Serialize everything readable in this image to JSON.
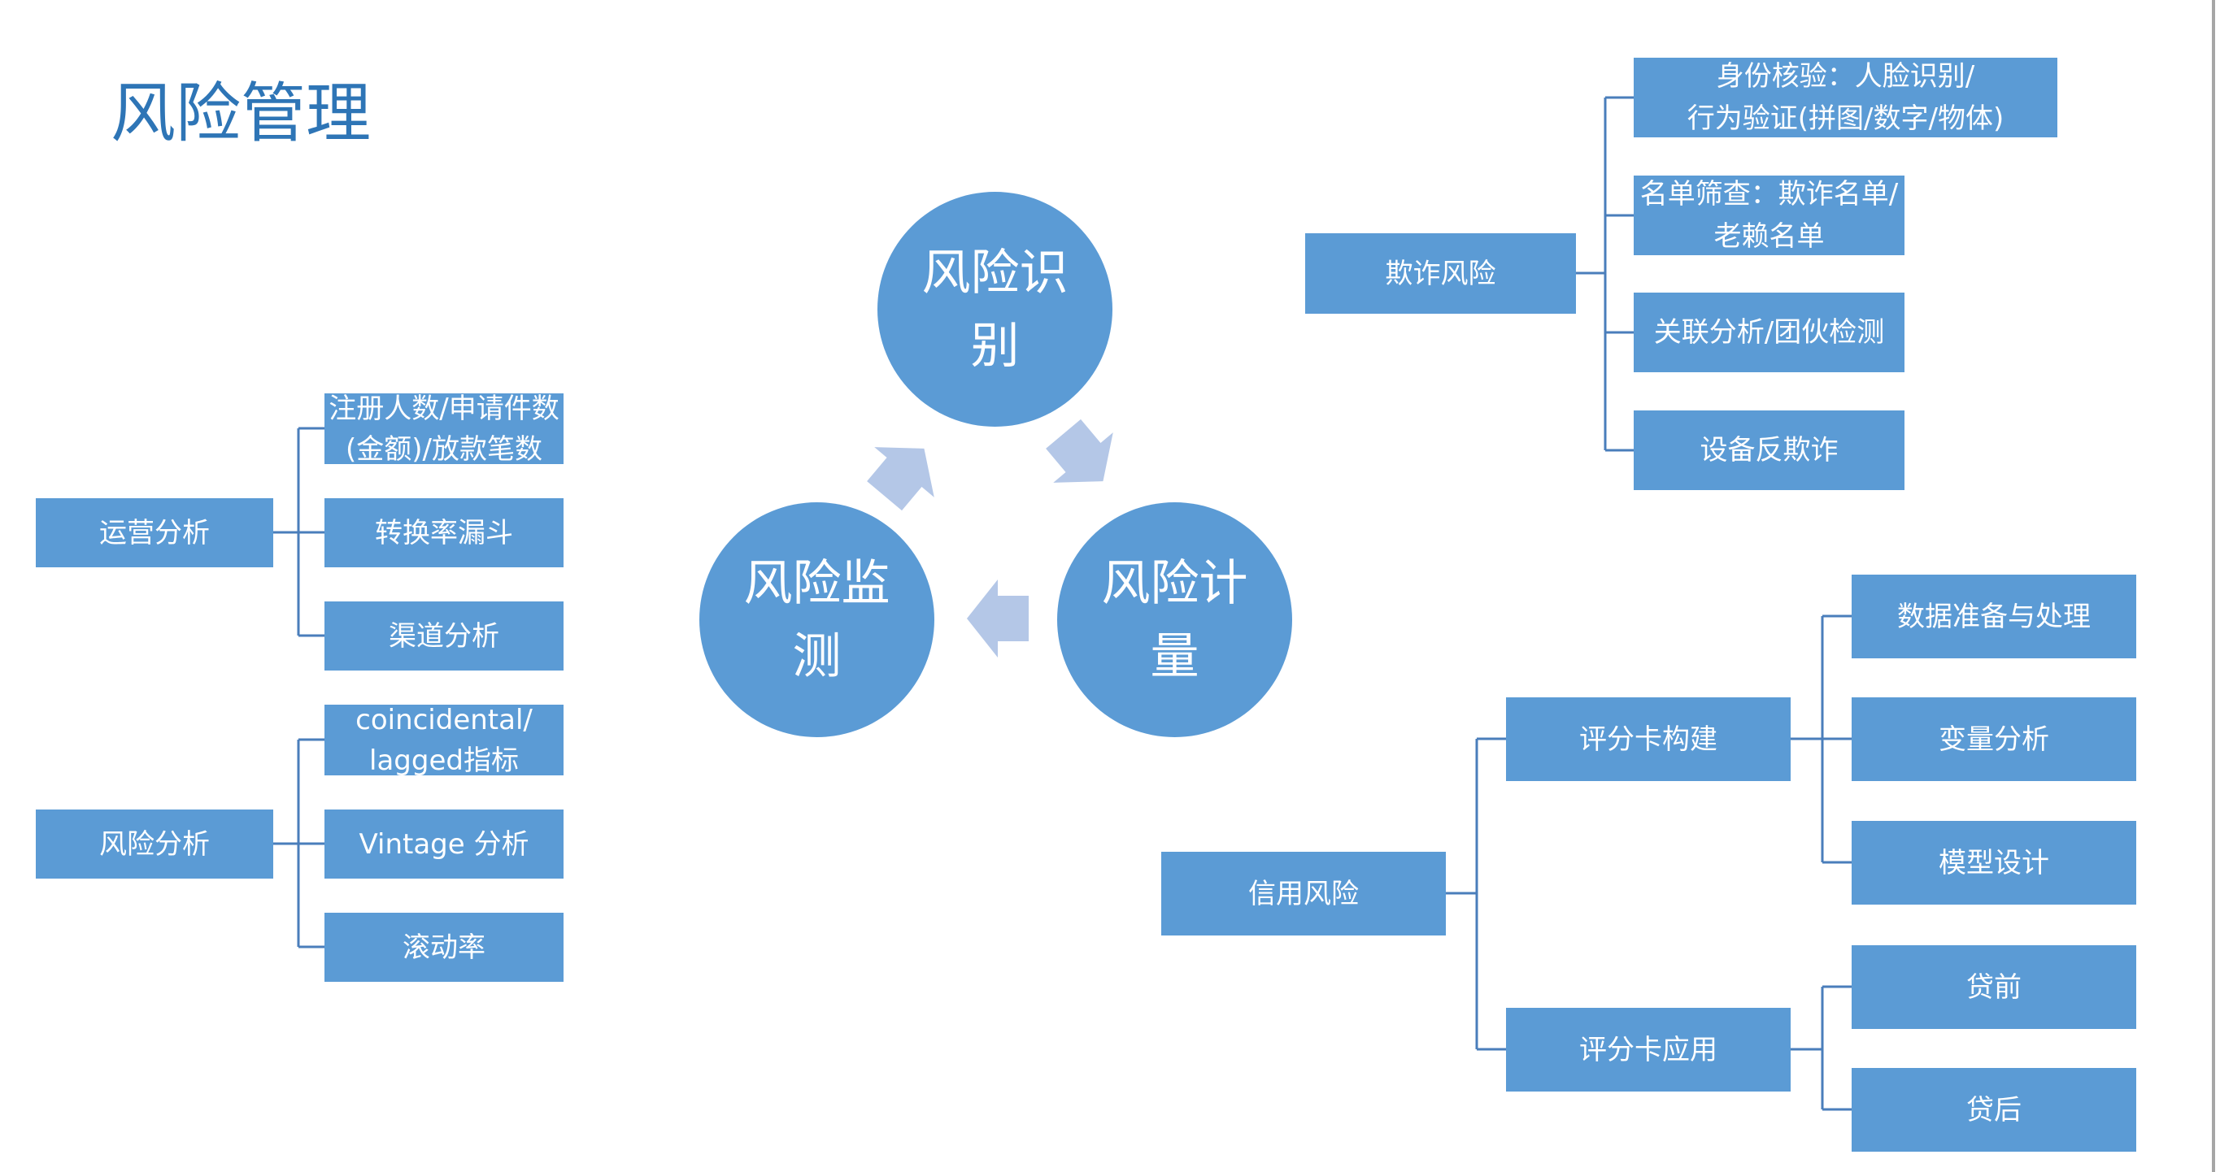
{
  "title": "风险管理",
  "colors": {
    "box": "#5B9BD5",
    "circle": "#5B9BD5",
    "arrow": "#B4C7E7",
    "title": "#2E75B6",
    "connector": "#4A7EBB",
    "text": "#FFFFFF"
  },
  "cycle": {
    "identify": "风险识别",
    "measure": "风险计量",
    "monitor": "风险监测"
  },
  "operations": {
    "label": "运营分析",
    "children": [
      [
        "注册人数/申请件数",
        "(金额)/放款笔数"
      ],
      [
        "转换率漏斗"
      ],
      [
        "渠道分析"
      ]
    ]
  },
  "risk_analysis": {
    "label": "风险分析",
    "children": [
      [
        "coincidental/",
        "lagged指标"
      ],
      [
        "Vintage 分析"
      ],
      [
        "滚动率"
      ]
    ]
  },
  "fraud_risk": {
    "label": "欺诈风险",
    "children": [
      [
        "身份核验：人脸识别/",
        "行为验证(拼图/数字/物体)"
      ],
      [
        "名单筛查：欺诈名单/",
        "老赖名单"
      ],
      [
        "关联分析/团伙检测"
      ],
      [
        "设备反欺诈"
      ]
    ]
  },
  "credit_risk": {
    "label": "信用风险",
    "scorecard_build": {
      "label": "评分卡构建",
      "children": [
        "数据准备与处理",
        "变量分析",
        "模型设计"
      ]
    },
    "scorecard_apply": {
      "label": "评分卡应用",
      "children": [
        "贷前",
        "贷后"
      ]
    }
  }
}
